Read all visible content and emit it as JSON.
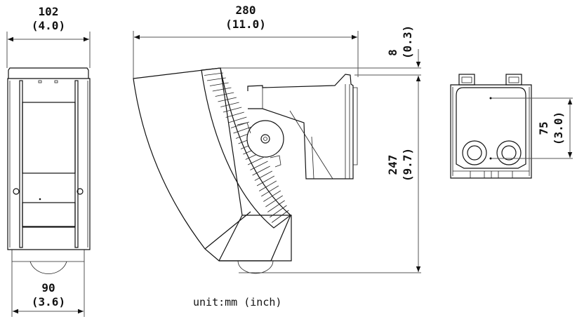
{
  "dimensions": {
    "front_width": {
      "mm": "102",
      "inch": "(4.0)"
    },
    "base_width": {
      "mm": "90",
      "inch": "(3.6)"
    },
    "side_depth": {
      "mm": "280",
      "inch": "(11.0)"
    },
    "top_offset": {
      "mm": "8",
      "inch": "(0.3)"
    },
    "side_height": {
      "mm": "247",
      "inch": "(9.7)"
    },
    "hole_spacing": {
      "mm": "75",
      "inch": "(3.0)"
    }
  },
  "unit_label": "unit:mm (inch)"
}
